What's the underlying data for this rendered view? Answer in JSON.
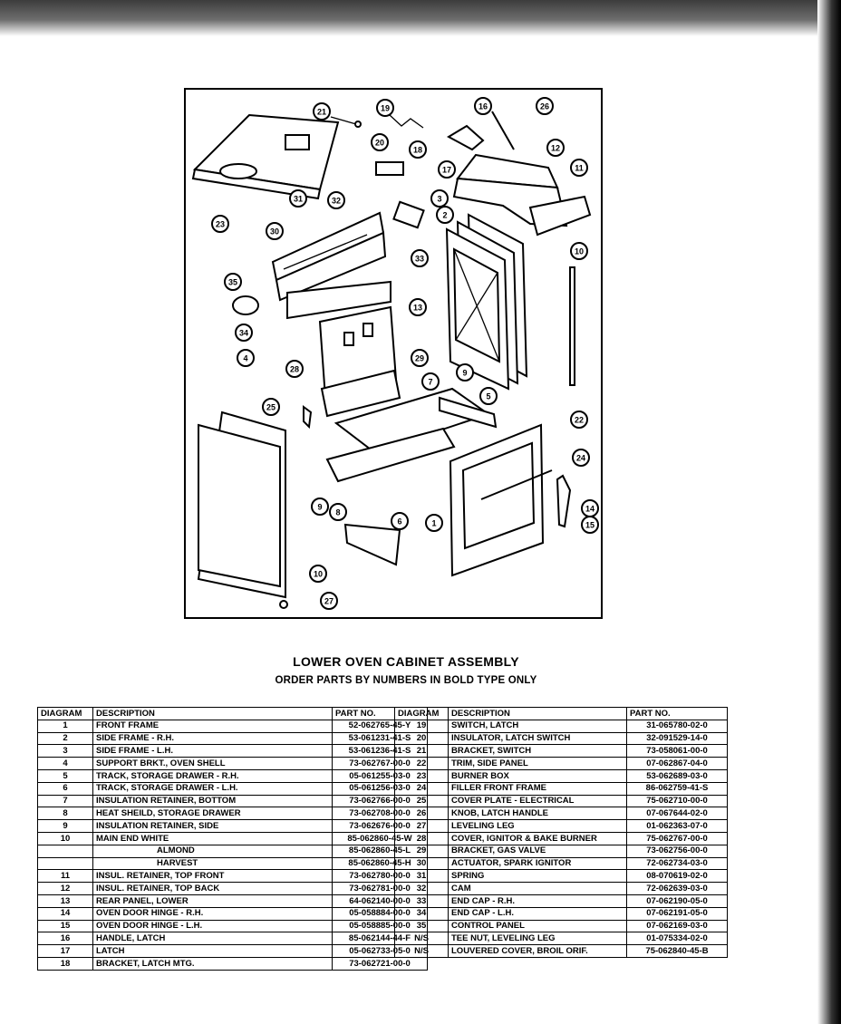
{
  "title": "LOWER OVEN CABINET ASSEMBLY",
  "subtitle": "ORDER PARTS BY NUMBERS IN BOLD TYPE ONLY",
  "table_headers": {
    "diagram": "DIAGRAM",
    "description": "DESCRIPTION",
    "part_no": "PART NO."
  },
  "parts_left": [
    {
      "diagram": "1",
      "description": "FRONT FRAME",
      "part_no": "52-062765-45-Y"
    },
    {
      "diagram": "2",
      "description": "SIDE FRAME - R.H.",
      "part_no": "53-061231-41-S"
    },
    {
      "diagram": "3",
      "description": "SIDE FRAME - L.H.",
      "part_no": "53-061236-41-S"
    },
    {
      "diagram": "4",
      "description": "SUPPORT BRKT., OVEN SHELL",
      "part_no": "73-062767-00-0"
    },
    {
      "diagram": "5",
      "description": "TRACK, STORAGE DRAWER - R.H.",
      "part_no": "05-061255-03-0"
    },
    {
      "diagram": "6",
      "description": "TRACK, STORAGE DRAWER - L.H.",
      "part_no": "05-061256-03-0"
    },
    {
      "diagram": "7",
      "description": "INSULATION RETAINER, BOTTOM",
      "part_no": "73-062766-00-0"
    },
    {
      "diagram": "8",
      "description": "HEAT SHEILD, STORAGE DRAWER",
      "part_no": "73-062708-00-0"
    },
    {
      "diagram": "9",
      "description": "INSULATION RETAINER, SIDE",
      "part_no": "73-062676-00-0"
    },
    {
      "diagram": "10",
      "description": "MAIN END    WHITE",
      "part_no": "85-062860-45-W"
    },
    {
      "diagram": "",
      "description": "ALMOND",
      "part_no": "85-062860-45-L",
      "indent": true
    },
    {
      "diagram": "",
      "description": "HARVEST",
      "part_no": "85-062860-45-H",
      "indent": true
    },
    {
      "diagram": "11",
      "description": "INSUL. RETAINER, TOP FRONT",
      "part_no": "73-062780-00-0"
    },
    {
      "diagram": "12",
      "description": "INSUL. RETAINER, TOP BACK",
      "part_no": "73-062781-00-0"
    },
    {
      "diagram": "13",
      "description": "REAR PANEL, LOWER",
      "part_no": "64-062140-00-0"
    },
    {
      "diagram": "14",
      "description": "OVEN DOOR HINGE - R.H.",
      "part_no": "05-058884-00-0"
    },
    {
      "diagram": "15",
      "description": "OVEN DOOR HINGE - L.H.",
      "part_no": "05-058885-00-0"
    },
    {
      "diagram": "16",
      "description": "HANDLE, LATCH",
      "part_no": "85-062144-44-F"
    },
    {
      "diagram": "17",
      "description": "LATCH",
      "part_no": "05-062733-05-0"
    },
    {
      "diagram": "18",
      "description": "BRACKET, LATCH MTG.",
      "part_no": "73-062721-00-0"
    }
  ],
  "parts_right": [
    {
      "diagram": "19",
      "description": "SWITCH, LATCH",
      "part_no": "31-065780-02-0"
    },
    {
      "diagram": "20",
      "description": "INSULATOR, LATCH SWITCH",
      "part_no": "32-091529-14-0"
    },
    {
      "diagram": "21",
      "description": "BRACKET, SWITCH",
      "part_no": "73-058061-00-0"
    },
    {
      "diagram": "22",
      "description": "TRIM, SIDE PANEL",
      "part_no": "07-062867-04-0"
    },
    {
      "diagram": "23",
      "description": "BURNER BOX",
      "part_no": "53-062689-03-0"
    },
    {
      "diagram": "24",
      "description": "FILLER FRONT FRAME",
      "part_no": "86-062759-41-S"
    },
    {
      "diagram": "25",
      "description": "COVER PLATE - ELECTRICAL",
      "part_no": "75-062710-00-0"
    },
    {
      "diagram": "26",
      "description": "KNOB, LATCH HANDLE",
      "part_no": "07-067644-02-0"
    },
    {
      "diagram": "27",
      "description": "LEVELING LEG",
      "part_no": "01-062363-07-0"
    },
    {
      "diagram": "28",
      "description": "COVER, IGNITOR & BAKE BURNER",
      "part_no": "75-062767-00-0"
    },
    {
      "diagram": "29",
      "description": "BRACKET, GAS VALVE",
      "part_no": "73-062756-00-0"
    },
    {
      "diagram": "30",
      "description": "ACTUATOR, SPARK IGNITOR",
      "part_no": "72-062734-03-0"
    },
    {
      "diagram": "31",
      "description": "SPRING",
      "part_no": "08-070619-02-0"
    },
    {
      "diagram": "32",
      "description": "CAM",
      "part_no": "72-062639-03-0"
    },
    {
      "diagram": "33",
      "description": "END CAP - R.H.",
      "part_no": "07-062190-05-0"
    },
    {
      "diagram": "34",
      "description": "END CAP - L.H.",
      "part_no": "07-062191-05-0"
    },
    {
      "diagram": "35",
      "description": "CONTROL PANEL",
      "part_no": "07-062169-03-0"
    },
    {
      "diagram": "N/S",
      "description": "TEE NUT, LEVELING LEG",
      "part_no": "01-075334-02-0"
    },
    {
      "diagram": "N/S",
      "description": "LOUVERED COVER, BROIL ORIF.",
      "part_no": "75-062840-45-B"
    }
  ],
  "callouts": [
    "21",
    "19",
    "20",
    "18",
    "17",
    "16",
    "26",
    "12",
    "11",
    "23",
    "31",
    "32",
    "33",
    "3",
    "2",
    "10",
    "30",
    "35",
    "34",
    "4",
    "13",
    "29",
    "28",
    "7",
    "5",
    "9",
    "22",
    "25",
    "24",
    "14",
    "15",
    "8",
    "6",
    "1",
    "10",
    "27",
    "9"
  ]
}
